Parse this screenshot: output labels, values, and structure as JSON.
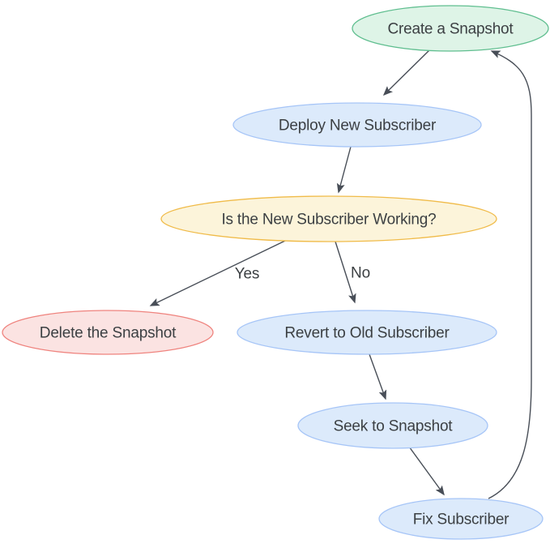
{
  "diagram": {
    "type": "flowchart",
    "background": "#ffffff",
    "arrow_color": "#484e57",
    "label_color": "#3c4043",
    "nodes": {
      "create": {
        "label": "Create a Snapshot",
        "fill": "#def4e7",
        "stroke": "#5fbe8f",
        "text_color": "#3c4043"
      },
      "deploy": {
        "label": "Deploy New Subscriber",
        "fill": "#dceafb",
        "stroke": "#a6c5f7",
        "text_color": "#3c4043"
      },
      "working": {
        "label": "Is the New Subscriber Working?",
        "fill": "#fcf4da",
        "stroke": "#f0bb49",
        "text_color": "#3c4043"
      },
      "delete": {
        "label": "Delete the Snapshot",
        "fill": "#fbe3e2",
        "stroke": "#ef837e",
        "text_color": "#3c4043"
      },
      "revert": {
        "label": "Revert to Old Subscriber",
        "fill": "#dceafb",
        "stroke": "#a6c5f7",
        "text_color": "#3c4043"
      },
      "seek": {
        "label": "Seek to Snapshot",
        "fill": "#dceafb",
        "stroke": "#a6c5f7",
        "text_color": "#3c4043"
      },
      "fix": {
        "label": "Fix Subscriber",
        "fill": "#dceafb",
        "stroke": "#a6c5f7",
        "text_color": "#3c4043"
      }
    },
    "edges": [
      {
        "from": "create",
        "to": "deploy",
        "label": ""
      },
      {
        "from": "deploy",
        "to": "working",
        "label": ""
      },
      {
        "from": "working",
        "to": "delete",
        "label": "Yes"
      },
      {
        "from": "working",
        "to": "revert",
        "label": "No"
      },
      {
        "from": "revert",
        "to": "seek",
        "label": ""
      },
      {
        "from": "seek",
        "to": "fix",
        "label": ""
      },
      {
        "from": "fix",
        "to": "create",
        "label": ""
      }
    ]
  }
}
